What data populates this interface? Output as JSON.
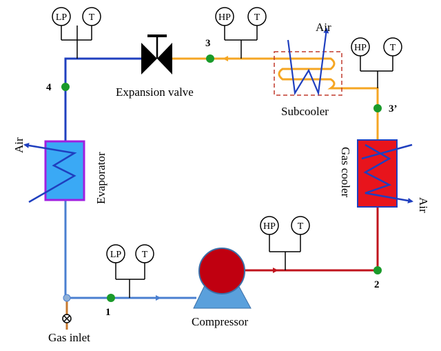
{
  "labels": {
    "expansion_valve": "Expansion valve",
    "subcooler": "Subcooler",
    "gas_cooler": "Gas cooler",
    "evaporator": "Evaporator",
    "compressor": "Compressor",
    "gas_inlet": "Gas inlet",
    "air_evaporator": "Air",
    "air_subcooler": "Air",
    "air_gas_cooler": "Air"
  },
  "points": {
    "p1": "1",
    "p2": "2",
    "p3": "3",
    "p3p": "3’",
    "p4": "4"
  },
  "gauges": {
    "lp": "LP",
    "hp": "HP",
    "t": "T"
  },
  "colors": {
    "low_pressure_line": "#1f3fbf",
    "suction_line": "#4a7fd0",
    "discharge_line": "#c0141c",
    "liquid_line": "#f5a623",
    "state_point": "#1a9a2a",
    "evaporator_fill": "#3aa9f5",
    "evaporator_border": "#a020e0",
    "gas_cooler_fill": "#e8141c",
    "compressor_body": "#c00010",
    "compressor_base": "#5aa0dc",
    "subcooler_box": "#c0392b"
  }
}
